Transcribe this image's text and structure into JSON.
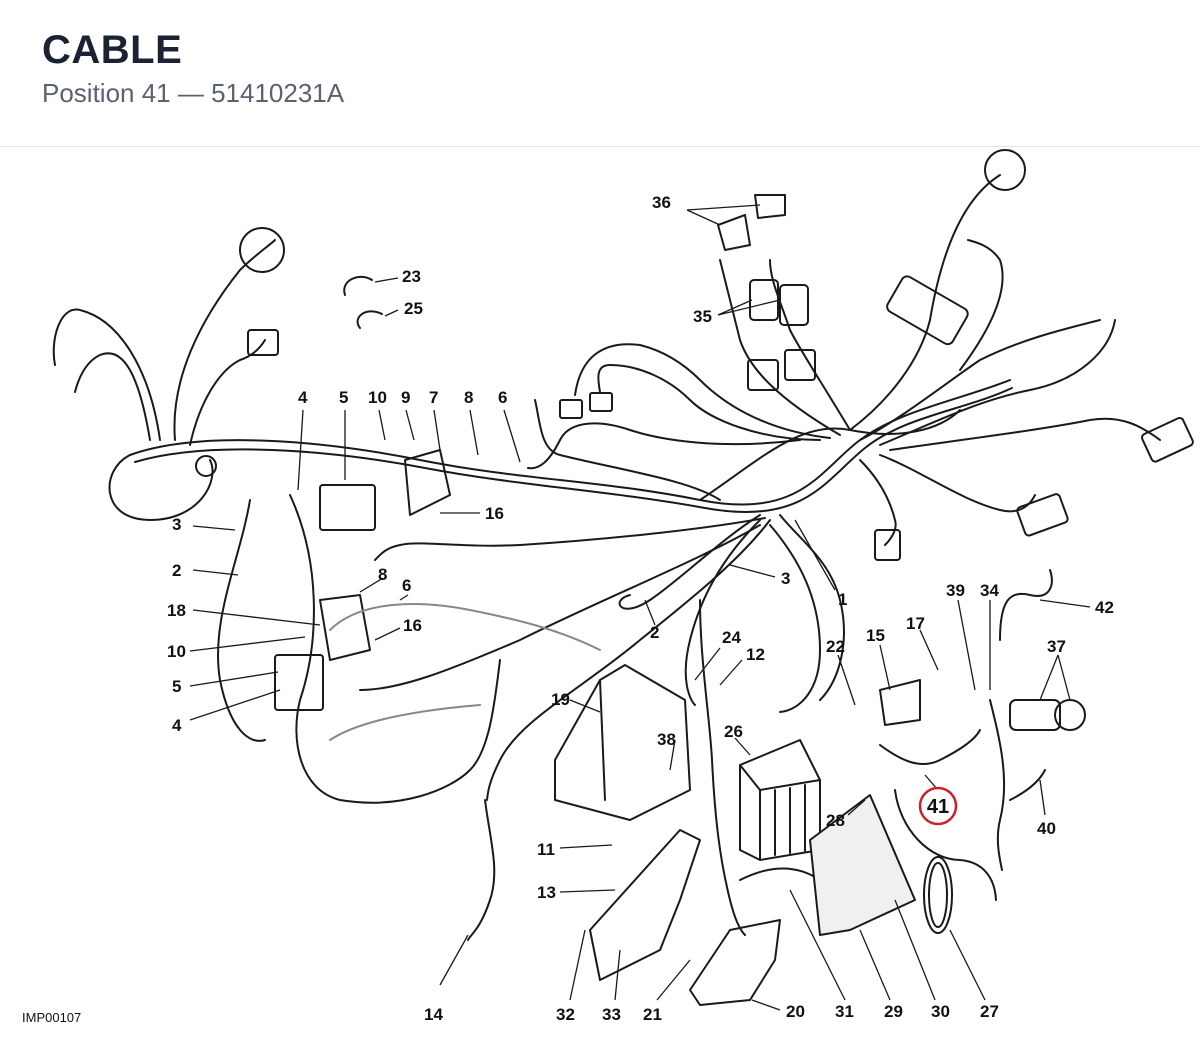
{
  "header": {
    "title": "CABLE",
    "subtitle": "Position 41 — 51410231A"
  },
  "diagram": {
    "code": "IMP00107",
    "highlight": {
      "label": "41",
      "color": "#d01f2a"
    },
    "callouts": [
      "36",
      "23",
      "25",
      "35",
      "4",
      "5",
      "10",
      "9",
      "7",
      "8",
      "6",
      "16",
      "3",
      "2",
      "8",
      "6",
      "18",
      "16",
      "10",
      "5",
      "4",
      "1",
      "3",
      "2",
      "24",
      "12",
      "19",
      "22",
      "15",
      "17",
      "39",
      "34",
      "42",
      "37",
      "38",
      "26",
      "28",
      "40",
      "11",
      "13",
      "32",
      "33",
      "21",
      "20",
      "31",
      "29",
      "30",
      "27",
      "14"
    ]
  }
}
